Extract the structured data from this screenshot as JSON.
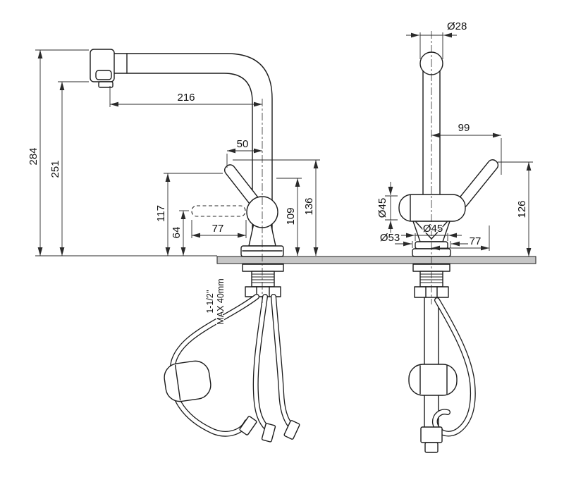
{
  "colors": {
    "counter_fill": "#c6c6c6",
    "line": "#1c1c1c"
  },
  "drawing": {
    "left_view": {
      "overall_height": "284",
      "spout_height": "251",
      "spout_reach": "216",
      "handle_to_center": "50",
      "handle_tip_height": "117",
      "handle_axis_height": "64",
      "handle_length": "77",
      "outlet_height": "109",
      "lever_top_height": "136",
      "shank_note_size": "1-1/2''",
      "shank_note_max": "MAX 40mm"
    },
    "right_view": {
      "top_diameter": "Ø28",
      "handle_reach": "99",
      "body_diameter": "Ø45",
      "base_diameter": "Ø45",
      "flange_diameter": "Ø53",
      "handle_side_offset": "77",
      "handle_tip_height": "126"
    }
  }
}
